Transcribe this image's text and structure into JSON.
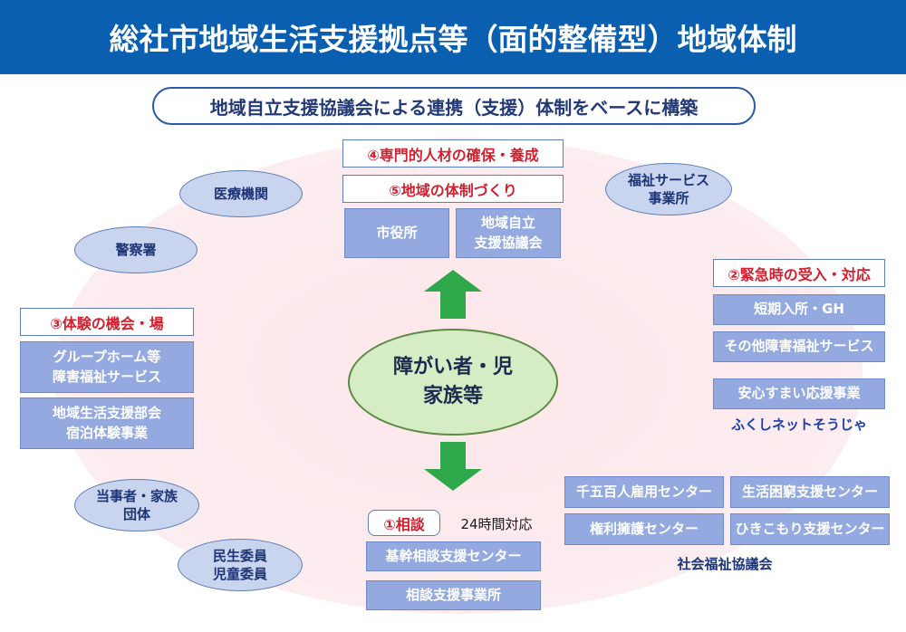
{
  "header": {
    "title": "総社市地域生活支援拠点等（面的整備型）地域体制"
  },
  "subtitle": "地域自立支援協議会による連携（支援）体制をベースに構築",
  "center": {
    "line1": "障がい者・児",
    "line2": "家族等"
  },
  "top_section": {
    "label4": "④専門的人材の確保・養成",
    "label5": "⑤地域の体制づくり",
    "boxes": [
      "市役所",
      "地域自立\n支援協議会"
    ]
  },
  "left_section": {
    "label3": "③体験の機会・場",
    "boxes": [
      "グループホーム等\n障害福祉サービス",
      "地域生活支援部会\n宿泊体験事業"
    ]
  },
  "right_section": {
    "label2": "②緊急時の受入・対応",
    "boxes": [
      "短期入所・GH",
      "その他障害福祉サービス",
      "安心すまい応援事業"
    ],
    "note": "ふくしネットそうじゃ"
  },
  "bottom_section": {
    "label1": "①相談",
    "note": "24時間対応",
    "boxes": [
      "基幹相談支援センター",
      "相談支援事業所"
    ]
  },
  "bottom_right": {
    "boxes": [
      "千五百人雇用センター",
      "生活困窮支援センター",
      "権利擁護センター",
      "ひきこもり支援センター"
    ],
    "caption": "社会福祉協議会"
  },
  "ovals": {
    "iryo": "医療機関",
    "keisatsu": "警察署",
    "fukushi": "福祉サービス\n事業所",
    "toujisha": "当事者・家族\n団体",
    "minsei": "民生委員\n児童委員"
  },
  "colors": {
    "header_bg": "#0a5fb0",
    "arrow": "#2fa84a",
    "label_red": "#d2202f",
    "box_blue": "#93a9df",
    "oval_fill": "#c9d5ef",
    "center_fill": "#d6ecc4"
  }
}
